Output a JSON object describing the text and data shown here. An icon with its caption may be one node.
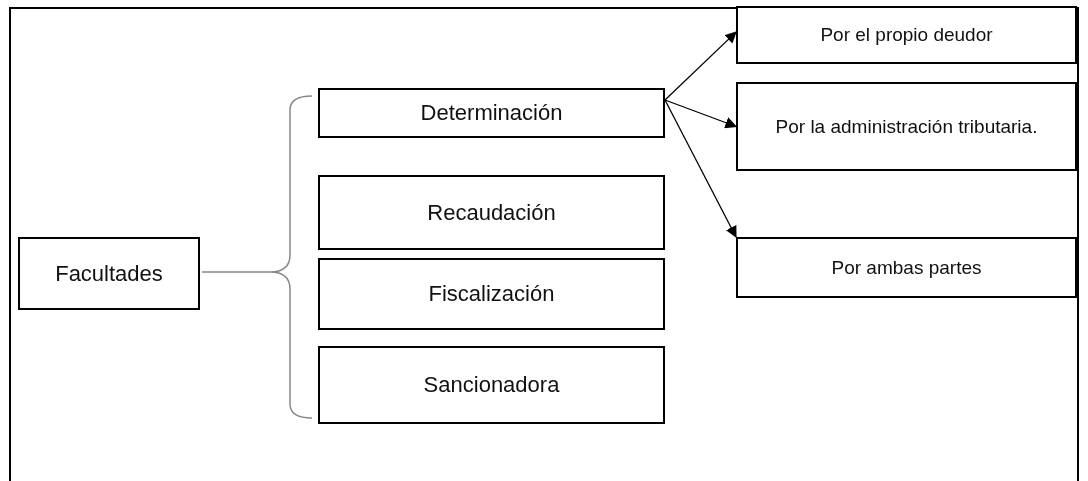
{
  "diagram": {
    "nodes": [
      {
        "text": [
          "Facultades"
        ]
      },
      {
        "text": [
          "Determinación"
        ]
      },
      {
        "text": [
          "Recaudación"
        ]
      },
      {
        "text": [
          "Fiscalización"
        ]
      },
      {
        "text": [
          "Sancionadora"
        ]
      },
      {
        "text": [
          "Por el propio deudor"
        ]
      },
      {
        "text": [
          "Por la administración tributaria."
        ]
      },
      {
        "text": [
          "Por ambas partes"
        ]
      }
    ],
    "edges": [
      {
        "from": 1,
        "to": 5,
        "arrow": "to"
      },
      {
        "from": 1,
        "to": 6,
        "arrow": "to"
      },
      {
        "from": 1,
        "to": 7,
        "arrow": "to"
      }
    ]
  }
}
